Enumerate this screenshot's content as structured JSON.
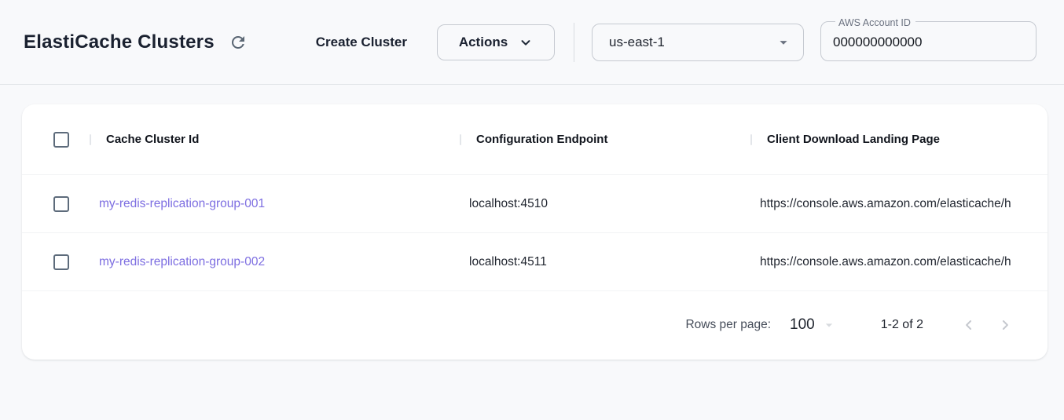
{
  "header": {
    "title": "ElastiCache Clusters",
    "create_cluster_label": "Create Cluster",
    "actions_label": "Actions",
    "region_selected": "us-east-1",
    "account_field": {
      "label": "AWS Account ID",
      "value": "000000000000"
    }
  },
  "table": {
    "columns": [
      "Cache Cluster Id",
      "Configuration Endpoint",
      "Client Download Landing Page"
    ],
    "rows": [
      {
        "cache_cluster_id": "my-redis-replication-group-001",
        "configuration_endpoint": "localhost:4510",
        "client_download_landing_page": "https://console.aws.amazon.com/elasticache/h"
      },
      {
        "cache_cluster_id": "my-redis-replication-group-002",
        "configuration_endpoint": "localhost:4511",
        "client_download_landing_page": "https://console.aws.amazon.com/elasticache/h"
      }
    ],
    "pagination": {
      "rows_per_page_label": "Rows per page:",
      "rows_per_page_value": "100",
      "range_label": "1-2 of 2"
    }
  },
  "icons": {
    "refresh": "circular-arrow-clockwise",
    "actions_chevron": "chevron-down",
    "region_caret": "filled-triangle-down",
    "rows_caret": "filled-triangle-down",
    "prev": "chevron-left",
    "next": "chevron-right"
  },
  "colors": {
    "link_purple": "#7d6ee1",
    "page_background": "#f8f9fb",
    "card_background": "#ffffff",
    "checkbox_border": "#5d6b7b",
    "icon_gray": "#5b6774",
    "disabled_gray": "#c6c9cf"
  }
}
